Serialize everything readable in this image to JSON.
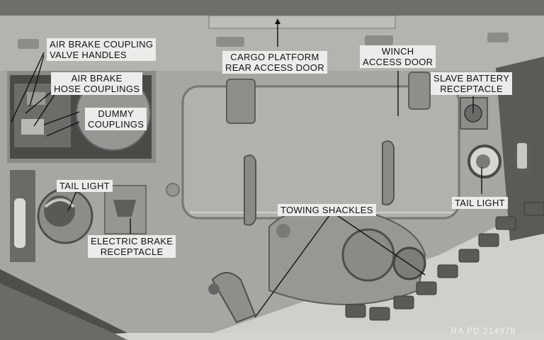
{
  "callouts": {
    "air_brake_valve": [
      "AIR BRAKE COUPLING",
      "VALVE HANDLES"
    ],
    "air_brake_hose": [
      "AIR BRAKE",
      "HOSE COUPLINGS"
    ],
    "dummy_couplings": [
      "DUMMY",
      "COUPLINGS"
    ],
    "cargo_door": [
      "CARGO PLATFORM",
      "REAR ACCESS DOOR"
    ],
    "winch_door": [
      "WINCH",
      "ACCESS DOOR"
    ],
    "slave_battery": [
      "SLAVE BATTERY",
      "RECEPTACLE"
    ],
    "tail_light_left": "TAIL LIGHT",
    "tail_light_right": "TAIL LIGHT",
    "electric_brake": [
      "ELECTRIC BRAKE",
      "RECEPTACLE"
    ],
    "towing_shackles": "TOWING SHACKLES"
  },
  "photo_reference": "RA PD 214978",
  "colors": {
    "hull": "#a4a4a0",
    "hull_dark": "#6f6f6b",
    "shadow": "#3c3c39",
    "label_bg": "#ececea"
  }
}
